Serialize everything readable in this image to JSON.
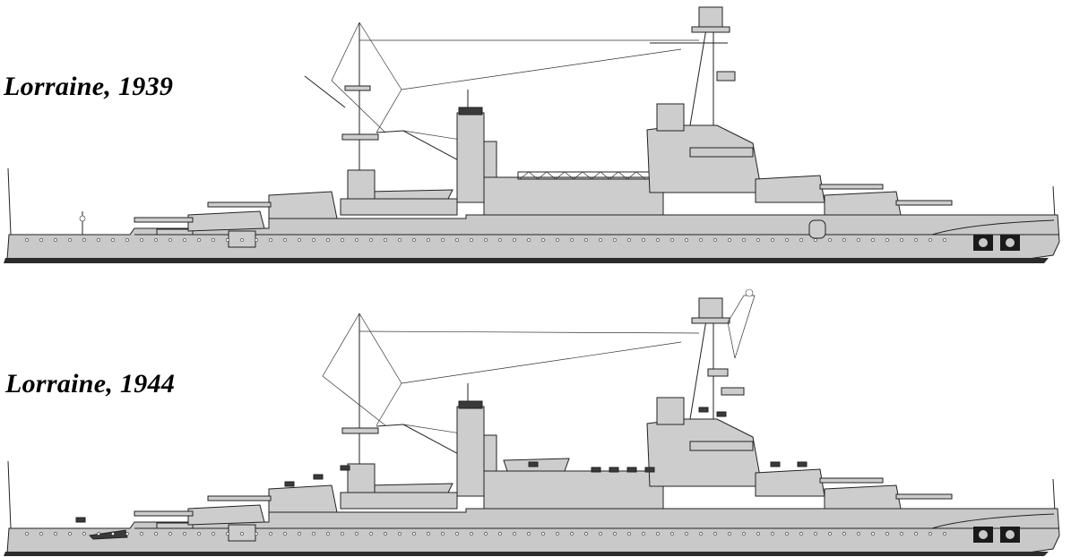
{
  "drawings": [
    {
      "id": "ship-1939",
      "caption": "Lorraine, 1939"
    },
    {
      "id": "ship-1944",
      "caption": "Lorraine, 1944"
    }
  ],
  "colors": {
    "hull": "#c9c9c9",
    "superstructure": "#cdcdcd",
    "outline": "#222222",
    "waterline": "#2b2b2b",
    "background": "#ffffff"
  }
}
